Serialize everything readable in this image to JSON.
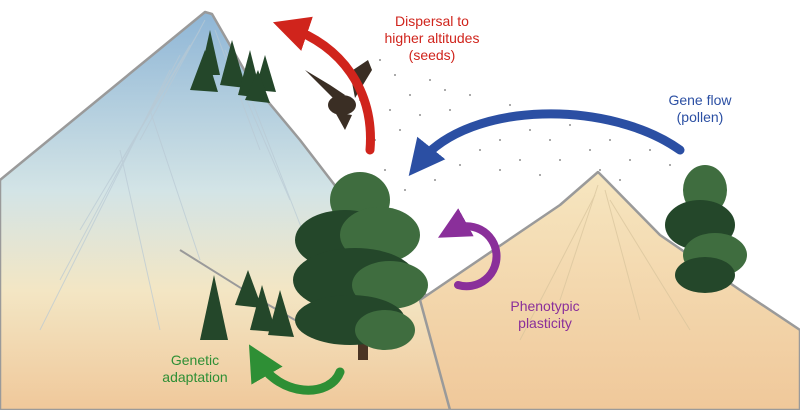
{
  "labels": {
    "dispersal": {
      "line1": "Dispersal to",
      "line2": "higher altitudes",
      "line3": "(seeds)"
    },
    "gene_flow": {
      "line1": "Gene flow",
      "line2": "(pollen)"
    },
    "plasticity": {
      "line1": "Phenotypic",
      "line2": "plasticity"
    },
    "adaptation": {
      "line1": "Genetic",
      "line2": "adaptation"
    }
  },
  "colors": {
    "dispersal": "#d0241c",
    "gene_flow": "#2b4fa3",
    "plasticity": "#8a2f9a",
    "adaptation": "#2e8f35",
    "tree_dark": "#24472a",
    "tree_light": "#3f6d3f",
    "mountain_outline": "#9a9a9a",
    "sky_top": "#8fb6d6",
    "ground_bottom": "#f0c89a"
  },
  "icons": {
    "bird": "eagle-icon",
    "trees": "pine-tree-icon"
  }
}
